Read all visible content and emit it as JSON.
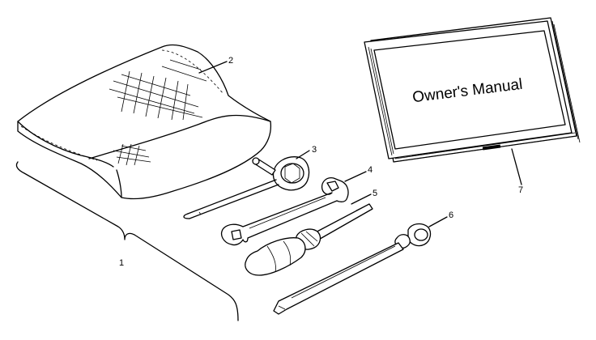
{
  "manual": {
    "title": "Owner's Manual"
  },
  "callouts": [
    {
      "id": "1",
      "label": "1"
    },
    {
      "id": "2",
      "label": "2"
    },
    {
      "id": "3",
      "label": "3"
    },
    {
      "id": "4",
      "label": "4"
    },
    {
      "id": "5",
      "label": "5"
    },
    {
      "id": "6",
      "label": "6"
    },
    {
      "id": "7",
      "label": "7"
    }
  ],
  "parts": [
    {
      "id": "tool-pouch",
      "icon": "tool-pouch-icon"
    },
    {
      "id": "spark-plug-socket",
      "icon": "socket-wrench-icon"
    },
    {
      "id": "open-end-wrench",
      "icon": "wrench-icon"
    },
    {
      "id": "screwdriver",
      "icon": "screwdriver-icon"
    },
    {
      "id": "extension-bar",
      "icon": "extension-socket-icon"
    },
    {
      "id": "owners-manual",
      "icon": "book-icon"
    }
  ]
}
